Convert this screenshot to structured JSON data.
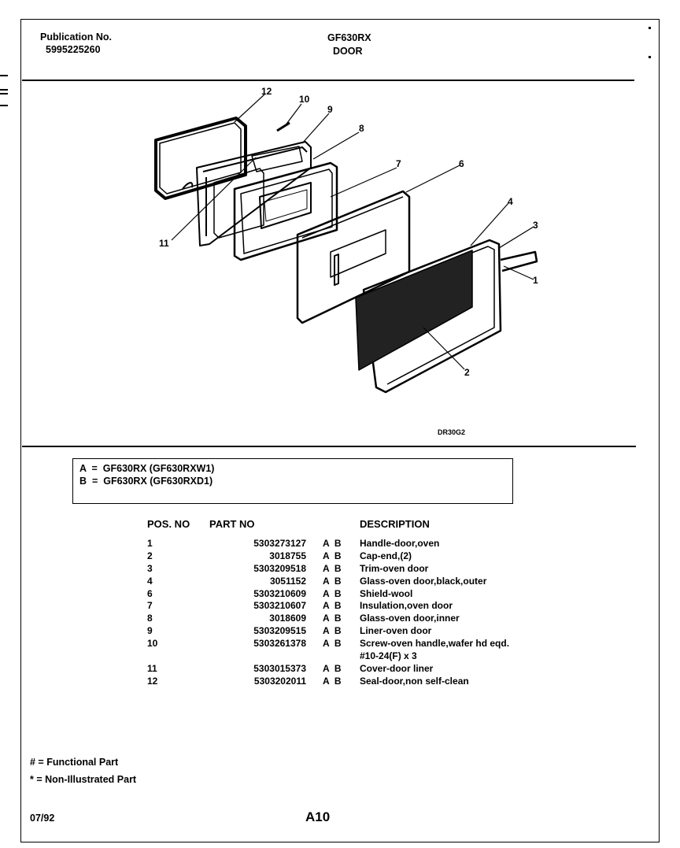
{
  "header": {
    "publication_label": "Publication No.",
    "publication_number": "5995225260",
    "model": "GF630RX",
    "section": "DOOR"
  },
  "diagram": {
    "code": "DR30G2",
    "callouts": [
      "1",
      "2",
      "3",
      "4",
      "6",
      "7",
      "8",
      "9",
      "10",
      "11",
      "12"
    ]
  },
  "models": [
    "A  =  GF630RX (GF630RXW1)",
    "B  =  GF630RX (GF630RXD1)"
  ],
  "parts_table": {
    "headers": {
      "pos": "POS. NO",
      "part": "PART NO",
      "description": "DESCRIPTION"
    },
    "rows": [
      {
        "pos": "1",
        "part": "5303273127",
        "ab": "A  B",
        "desc": "Handle-door,oven"
      },
      {
        "pos": "2",
        "part": "3018755",
        "ab": "A  B",
        "desc": "Cap-end,(2)"
      },
      {
        "pos": "3",
        "part": "5303209518",
        "ab": "A  B",
        "desc": "Trim-oven door"
      },
      {
        "pos": "4",
        "part": "3051152",
        "ab": "A  B",
        "desc": "Glass-oven door,black,outer"
      },
      {
        "pos": "6",
        "part": "5303210609",
        "ab": "A  B",
        "desc": "Shield-wool"
      },
      {
        "pos": "7",
        "part": "5303210607",
        "ab": "A  B",
        "desc": "Insulation,oven door"
      },
      {
        "pos": "8",
        "part": "3018609",
        "ab": "A  B",
        "desc": "Glass-oven door,inner"
      },
      {
        "pos": "9",
        "part": "5303209515",
        "ab": "A  B",
        "desc": "Liner-oven door"
      },
      {
        "pos": "10",
        "part": "5303261378",
        "ab": "A  B",
        "desc": "Screw-oven handle,wafer hd eqd."
      },
      {
        "pos": "",
        "part": "",
        "ab": "",
        "desc": "#10-24(F) x 3"
      },
      {
        "pos": "11",
        "part": "5303015373",
        "ab": "A  B",
        "desc": "Cover-door liner"
      },
      {
        "pos": "12",
        "part": "5303202011",
        "ab": "A  B",
        "desc": "Seal-door,non self-clean"
      }
    ]
  },
  "legend": {
    "functional": "# = Functional Part",
    "non_illustrated": "* = Non-Illustrated Part"
  },
  "footer": {
    "date": "07/92",
    "page": "A10"
  }
}
